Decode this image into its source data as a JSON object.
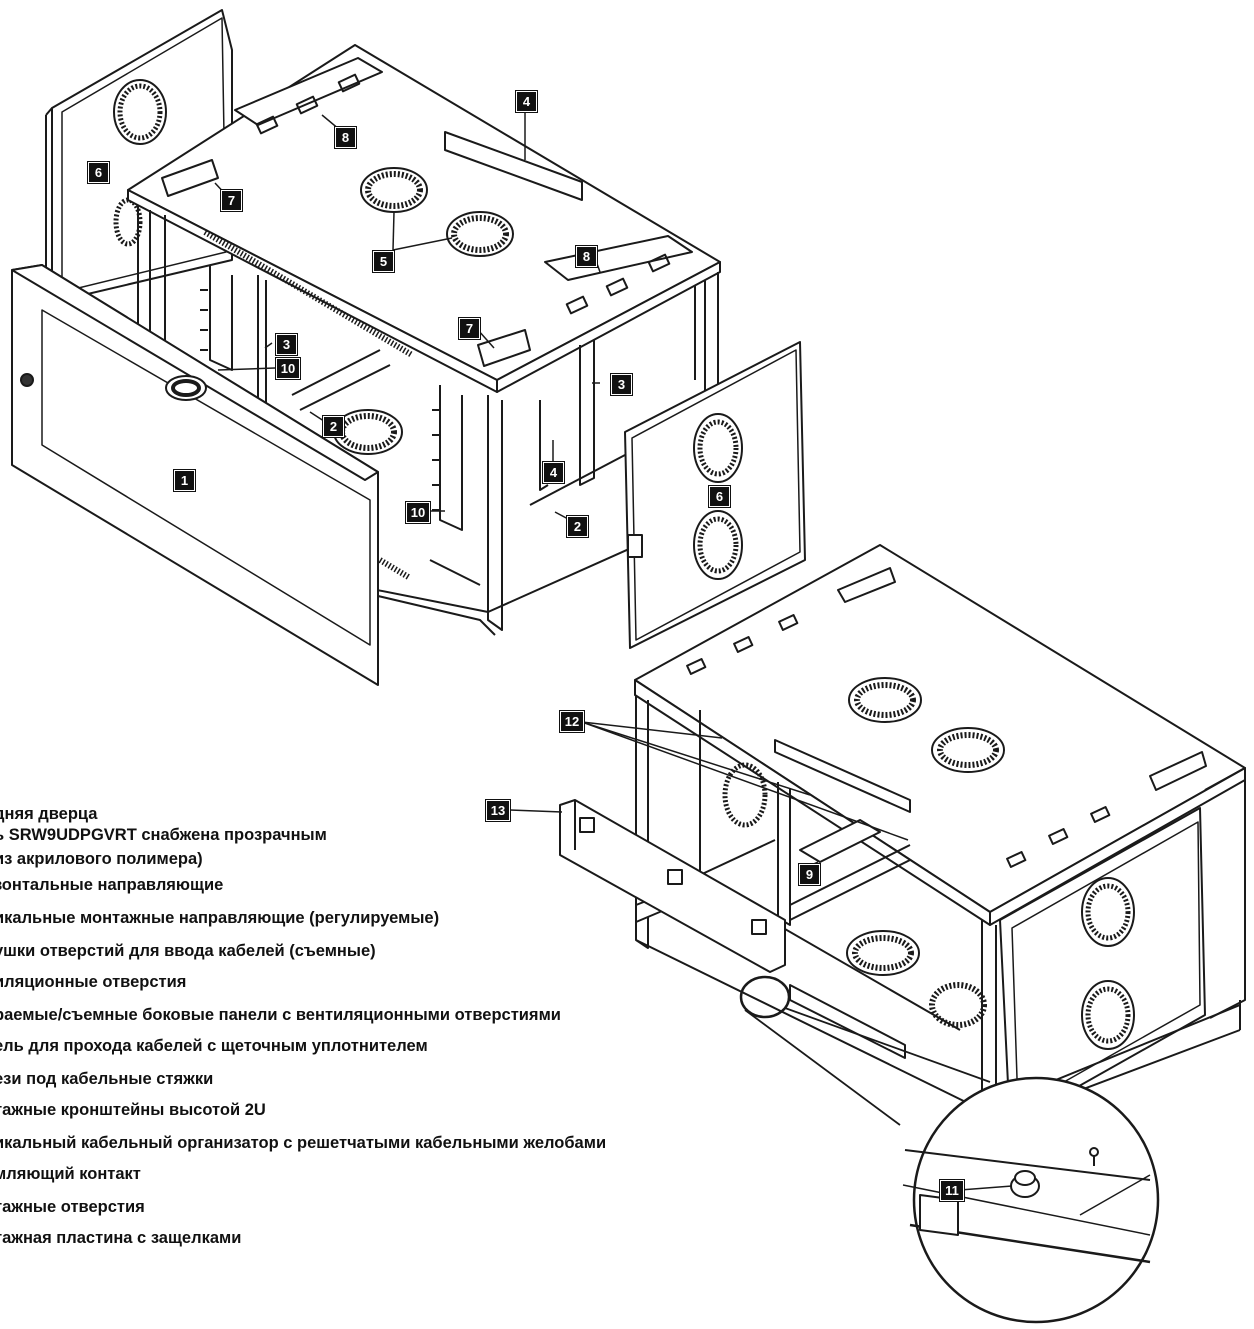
{
  "legend": {
    "items": [
      "дняя дверца",
      "ь SRW9UDPGVRT снабжена прозрачным",
      "из акрилового полимера)",
      "зонтальные направляющие",
      "икальные монтажные направляющие (регулируемые)",
      "ушки отверстий для ввода кабелей (съемные)",
      "иляционные отверстия",
      "раемые/съемные боковые панели с вентиляционными отверстиями",
      "ель для прохода кабелей с щеточным уплотнителем",
      "ези под кабельные стяжки",
      "тажные кронштейны высотой 2U",
      "икальный кабельный организатор с решетчатыми кабельными желобами",
      "мляющий контакт",
      "тажные отверстия",
      "тажная пластина с защелками"
    ]
  },
  "callouts": {
    "c1": "1",
    "c2a": "2",
    "c2b": "2",
    "c3a": "3",
    "c3b": "3",
    "c4a": "4",
    "c4b": "4",
    "c5": "5",
    "c6a": "6",
    "c6b": "6",
    "c7a": "7",
    "c7b": "7",
    "c8a": "8",
    "c8b": "8",
    "c9": "9",
    "c10a": "10",
    "c10b": "10",
    "c11": "11",
    "c12": "12",
    "c13": "13"
  },
  "colors": {
    "line": "#1a1a1a",
    "fill": "#ffffff",
    "label_bg": "#111111"
  }
}
